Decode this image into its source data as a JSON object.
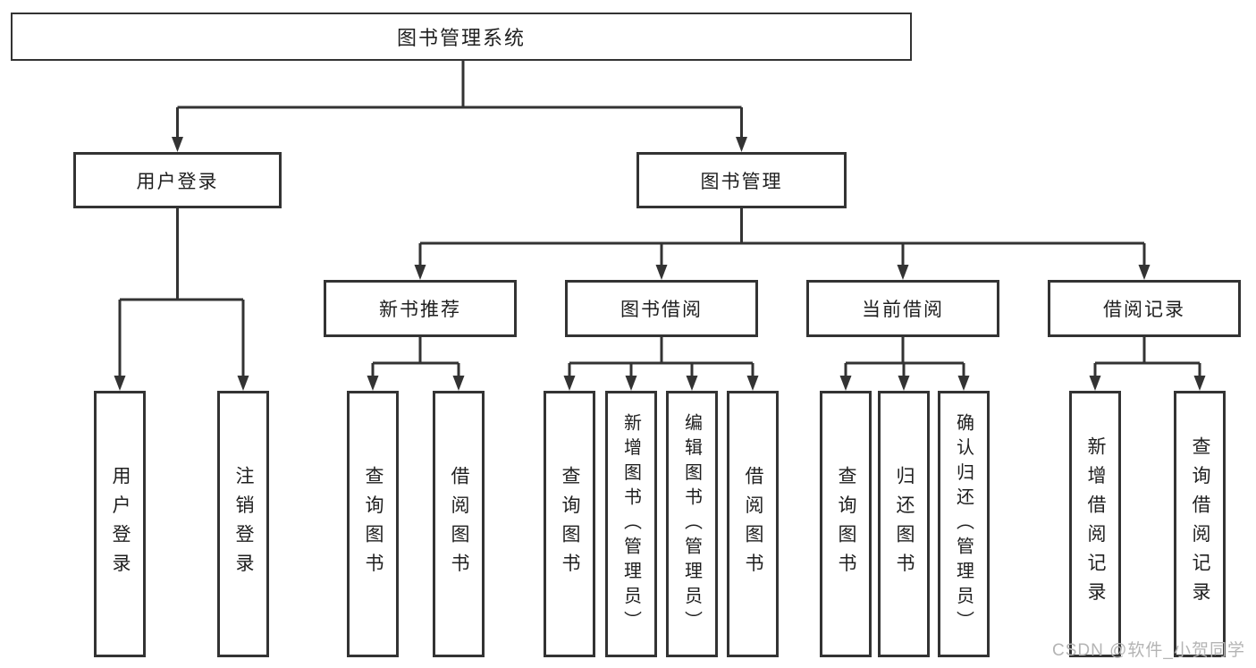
{
  "diagram": {
    "tree": {
      "root": "图书管理系统",
      "branches": [
        {
          "label": "用户登录",
          "children": [
            {
              "label": "用户登录"
            },
            {
              "label": "注销登录"
            }
          ]
        },
        {
          "label": "图书管理",
          "children": [
            {
              "label": "新书推荐",
              "children": [
                {
                  "label": "查询图书"
                },
                {
                  "label": "借阅图书"
                }
              ]
            },
            {
              "label": "图书借阅",
              "children": [
                {
                  "label": "查询图书"
                },
                {
                  "label": "新增图书（管理员）"
                },
                {
                  "label": "编辑图书（管理员）"
                },
                {
                  "label": "借阅图书"
                }
              ]
            },
            {
              "label": "当前借阅",
              "children": [
                {
                  "label": "查询图书"
                },
                {
                  "label": "归还图书"
                },
                {
                  "label": "确认归还（管理员）"
                }
              ]
            },
            {
              "label": "借阅记录",
              "children": [
                {
                  "label": "新增借阅记录"
                },
                {
                  "label": "查询借阅记录"
                }
              ]
            }
          ]
        }
      ]
    },
    "colors": {
      "line": "#333333",
      "text": "#1f1f1f",
      "box_fill": "#ffffff",
      "watermark": "#b4b4b4"
    }
  },
  "watermark": {
    "text": "CSDN @软件_小贺同学"
  }
}
